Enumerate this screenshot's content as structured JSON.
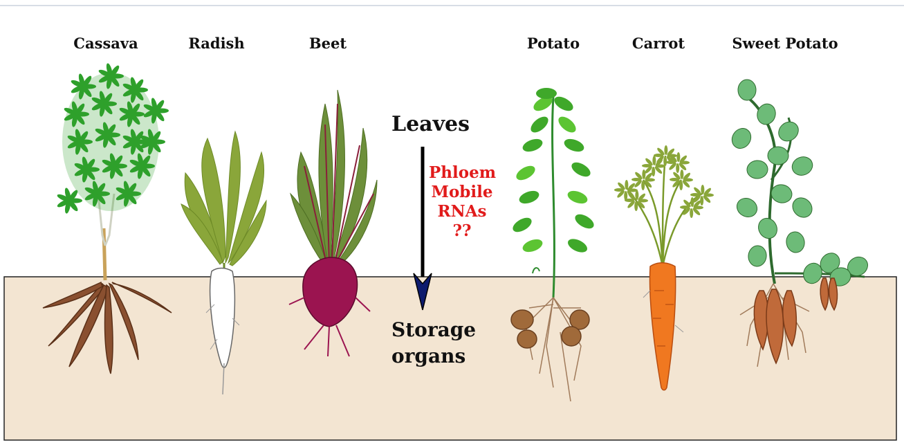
{
  "plants": [
    {
      "name": "Cassava"
    },
    {
      "name": "Radish"
    },
    {
      "name": "Beet"
    },
    {
      "name": "Potato"
    },
    {
      "name": "Carrot"
    },
    {
      "name": "Sweet Potato"
    }
  ],
  "center": {
    "top_label": "Leaves",
    "transport": [
      "Phloem",
      "Mobile",
      "RNAs",
      "??"
    ],
    "bottom_label": [
      "Storage",
      "organs"
    ]
  },
  "colors": {
    "soil": "#f3e5d2",
    "transport_text": "#e11b1b",
    "arrow": "#000000",
    "arrow_head": "#0d1b6e"
  }
}
